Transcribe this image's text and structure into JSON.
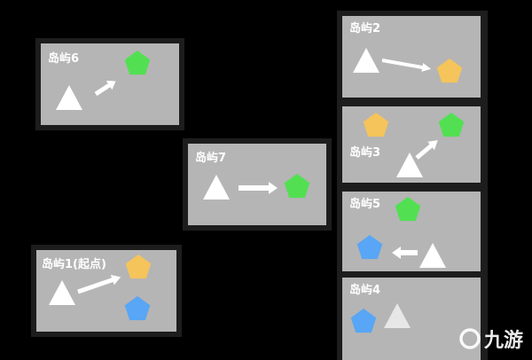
{
  "colors": {
    "background": "#000000",
    "frame": "#1d1d1d",
    "panel": "#b5b5b5",
    "triangle": "#ffffff",
    "arrow": "#ffffff",
    "pentagon_green": "#52e052",
    "pentagon_yellow": "#f5c45b",
    "pentagon_blue": "#58a6f5",
    "label_text": "#ffffff"
  },
  "islands": {
    "island6": {
      "label": "岛屿6",
      "shapes": [
        "triangle",
        "arrow",
        "green-pentagon"
      ]
    },
    "island7": {
      "label": "岛屿7",
      "shapes": [
        "triangle",
        "arrow",
        "green-pentagon"
      ]
    },
    "island1": {
      "label": "岛屿1(起点)",
      "shapes": [
        "triangle",
        "arrow",
        "yellow-pentagon",
        "blue-pentagon"
      ]
    },
    "island2": {
      "label": "岛屿2",
      "shapes": [
        "triangle",
        "arrow",
        "yellow-pentagon"
      ]
    },
    "island3": {
      "label": "岛屿3",
      "shapes": [
        "yellow-pentagon",
        "green-pentagon",
        "arrow",
        "triangle"
      ]
    },
    "island5": {
      "label": "岛屿5",
      "shapes": [
        "green-pentagon",
        "blue-pentagon",
        "arrow",
        "triangle"
      ]
    },
    "island4": {
      "label": "岛屿4",
      "shapes": [
        "blue-pentagon",
        "triangle"
      ]
    }
  },
  "watermark": {
    "text": "九游",
    "icon": "jiuyou-logo-icon"
  }
}
